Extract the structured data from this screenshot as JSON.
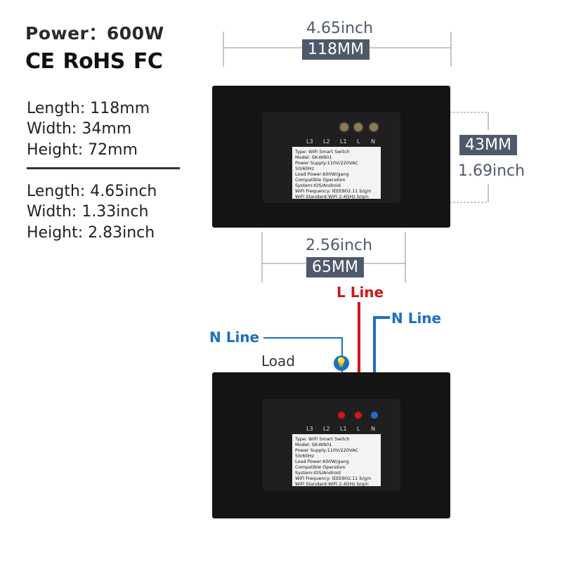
{
  "power": "Power：600W",
  "certifications": [
    "CE",
    "RoHS",
    "FC"
  ],
  "specs_mm": [
    "Length: 118mm",
    "Width: 34mm",
    "Height: 72mm"
  ],
  "specs_inch": [
    "Length: 4.65inch",
    "Width: 1.33inch",
    "Height: 2.83inch"
  ],
  "dimensions": {
    "width_inch": "4.65inch",
    "width_mm": "118MM",
    "height_mm": "43MM",
    "height_inch": "1.69inch",
    "module_inch": "2.56inch",
    "module_mm": "65MM"
  },
  "wiring": {
    "l_line": "L Line",
    "n_line_right": "N Line",
    "n_line_left": "N Line",
    "load": "Load"
  },
  "terminals": [
    "L3",
    "L2",
    "L1",
    "L",
    "N"
  ],
  "device_label": {
    "type": "Type: WiFi Smart Switch",
    "model": "Model: SK-W801",
    "power_supply": "Power Supply:110V/220VAC  50/60Hz",
    "load_power": "Load Power:600W/gang",
    "compat": "Compatible Operation System:IOS/Android",
    "wifi_freq": "WiFi Frequency: IEEE802.11 b/g/n",
    "wifi_std": "WiFi Standard:WiFi 2.4GHz b/g/n"
  },
  "colors": {
    "l_line": "#d0161b",
    "n_line": "#1e6fc4",
    "dim_box": "#4e5a6c"
  }
}
